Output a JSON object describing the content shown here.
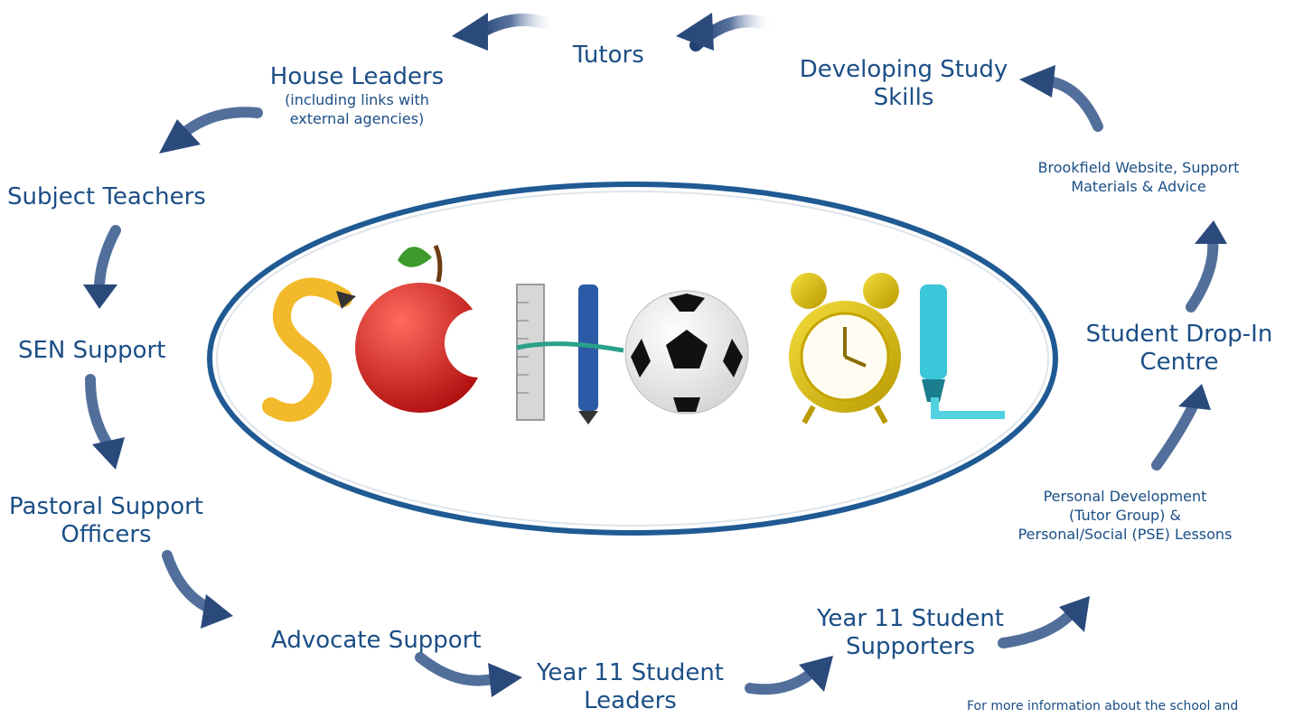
{
  "labels": {
    "tutors": "Tutors",
    "house_leaders": "House Leaders",
    "house_leaders_sub_1": "(including links with",
    "house_leaders_sub_2": "external agencies)",
    "developing_study_1": "Developing Study",
    "developing_study_2": "Skills",
    "brookfield_1": "Brookfield Website, Support",
    "brookfield_2": "Materials & Advice",
    "subject_teachers": "Subject Teachers",
    "sen_support": "SEN Support",
    "student_dropin_1": "Student Drop-In",
    "student_dropin_2": "Centre",
    "pastoral_1": "Pastoral Support",
    "pastoral_2": "Officers",
    "personal_dev_1": "Personal Development",
    "personal_dev_2": "(Tutor Group) &",
    "personal_dev_3": "Personal/Social (PSE) Lessons",
    "advocate_support": "Advocate Support",
    "y11_leaders_1": "Year 11 Student",
    "y11_leaders_2": "Leaders",
    "y11_supporters_1": "Year 11 Student",
    "y11_supporters_2": "Supporters"
  },
  "footer_note": "For more information about the school and",
  "center_word": "SCHOOL",
  "colors": {
    "text": "#1b4e86",
    "ellipse_border": "#1f5a93",
    "arrow": "#2b4a7c"
  }
}
